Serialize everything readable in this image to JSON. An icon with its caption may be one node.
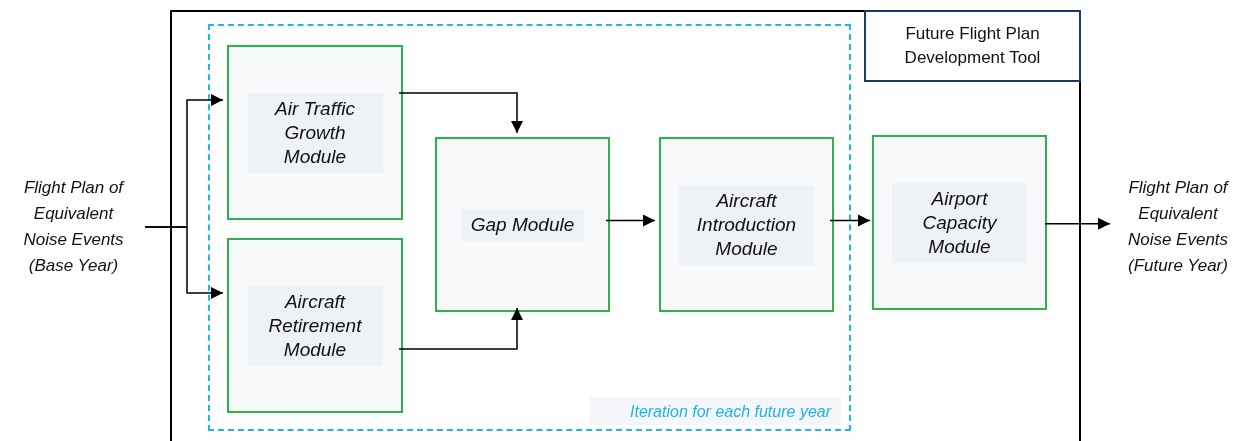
{
  "diagram": {
    "nodes": [
      {
        "text": [
          "Future Flight Plan Development Tool"
        ]
      },
      {
        "text": [
          "Iteration for each future year"
        ],
        "in": 0
      },
      {
        "text": [
          "Air Traffic Growth Module"
        ],
        "in": 1
      },
      {
        "text": [
          "Aircraft Retirement Module"
        ],
        "in": 1
      },
      {
        "text": [
          "Gap Module"
        ],
        "in": 1
      },
      {
        "text": [
          "Aircraft Introduction Module"
        ],
        "in": 1
      },
      {
        "text": [
          "Airport Capacity Module"
        ],
        "in": 0
      },
      {
        "text": [
          "Flight Plan of Equivalent Noise Events (Base Year)"
        ]
      },
      {
        "text": [
          "Flight Plan of Equivalent Noise Events (Future Year)"
        ]
      }
    ],
    "edges": [
      {
        "from": 7,
        "to": 2,
        "arrow": "to"
      },
      {
        "from": 7,
        "to": 3,
        "arrow": "to"
      },
      {
        "from": 2,
        "to": 4,
        "arrow": "to"
      },
      {
        "from": 3,
        "to": 4,
        "arrow": "to"
      },
      {
        "from": 4,
        "to": 5,
        "arrow": "to"
      },
      {
        "from": 5,
        "to": 6,
        "arrow": "to"
      },
      {
        "from": 6,
        "to": 8,
        "arrow": "to"
      }
    ]
  }
}
